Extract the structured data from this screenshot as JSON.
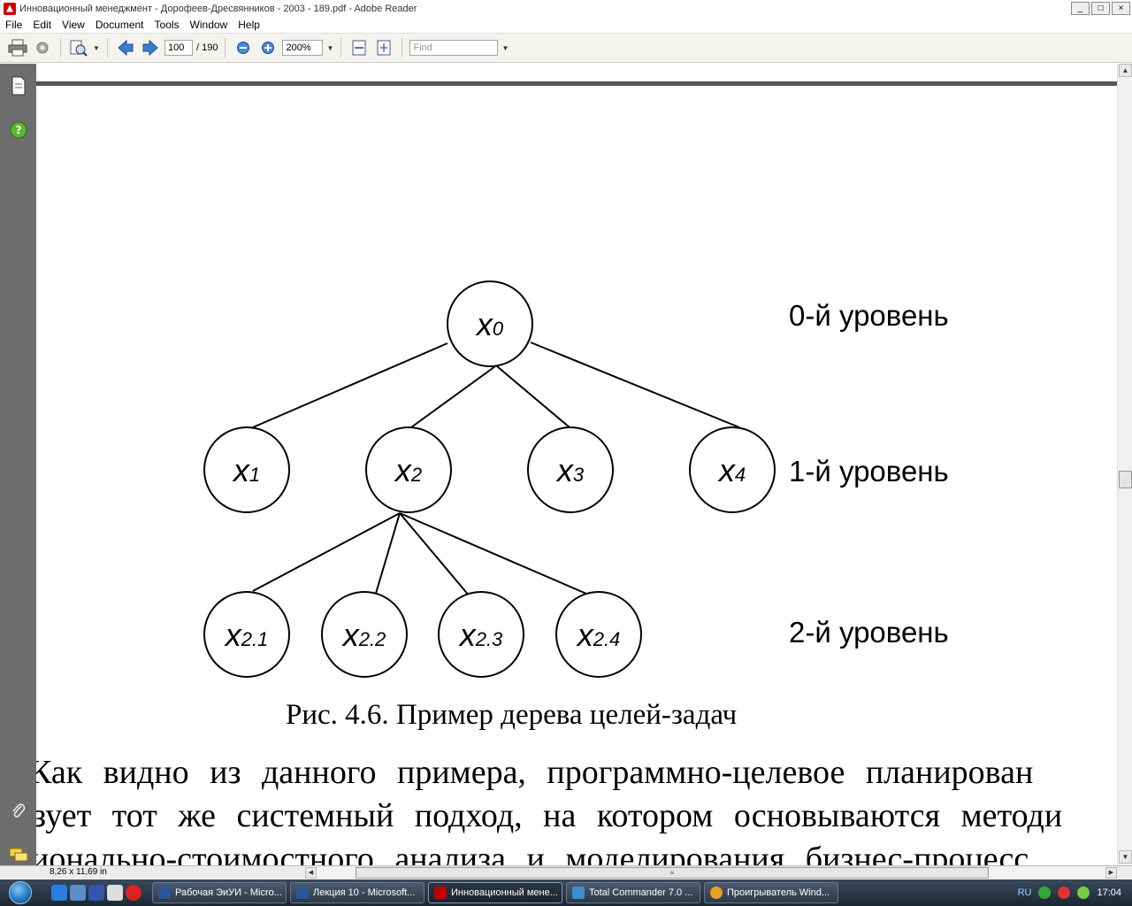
{
  "window": {
    "title": "Инновационный менеджмент - Дорофеев-Дресвянников - 2003 - 189.pdf - Adobe Reader",
    "minimize": "_",
    "maximize": "□",
    "close": "×"
  },
  "menu": [
    "File",
    "Edit",
    "View",
    "Document",
    "Tools",
    "Window",
    "Help"
  ],
  "toolbar": {
    "page_current": "100",
    "page_total": "/ 190",
    "zoom": "200%",
    "find_placeholder": "Find"
  },
  "diagram": {
    "nodes": {
      "root": {
        "base": "x",
        "sub": "0"
      },
      "l1": [
        {
          "base": "x",
          "sub": "1"
        },
        {
          "base": "x",
          "sub": "2"
        },
        {
          "base": "x",
          "sub": "3"
        },
        {
          "base": "x",
          "sub": "4"
        }
      ],
      "l2": [
        {
          "base": "x",
          "sub": "2.1"
        },
        {
          "base": "x",
          "sub": "2.2"
        },
        {
          "base": "x",
          "sub": "2.3"
        },
        {
          "base": "x",
          "sub": "2.4"
        }
      ]
    },
    "levels": [
      "0-й уровень",
      "1-й уровень",
      "2-й уровень"
    ],
    "caption": "Рис. 4.6. Пример дерева целей-задач"
  },
  "body_text": [
    "Как видно из данного примера, программно-целевое планирован",
    "зует тот же системный подход, на котором основываются методи",
    "ионально-стоимостного анализа и моделирования бизнес-процесс"
  ],
  "status": {
    "page_size": "8,26 x 11,69 in"
  },
  "taskbar": {
    "tasks": [
      {
        "label": "Рабочая ЭиУИ - Micro...",
        "color": "#2b5797"
      },
      {
        "label": "Лекция 10 - Microsoft...",
        "color": "#2b5797"
      },
      {
        "label": "Инновационный мене...",
        "color": "#c00000"
      },
      {
        "label": "Total Commander 7.0 ...",
        "color": "#3a8fd0"
      },
      {
        "label": "Проигрыватель Wind...",
        "color": "#e8a020"
      }
    ],
    "language": "RU",
    "clock": "17:04"
  }
}
